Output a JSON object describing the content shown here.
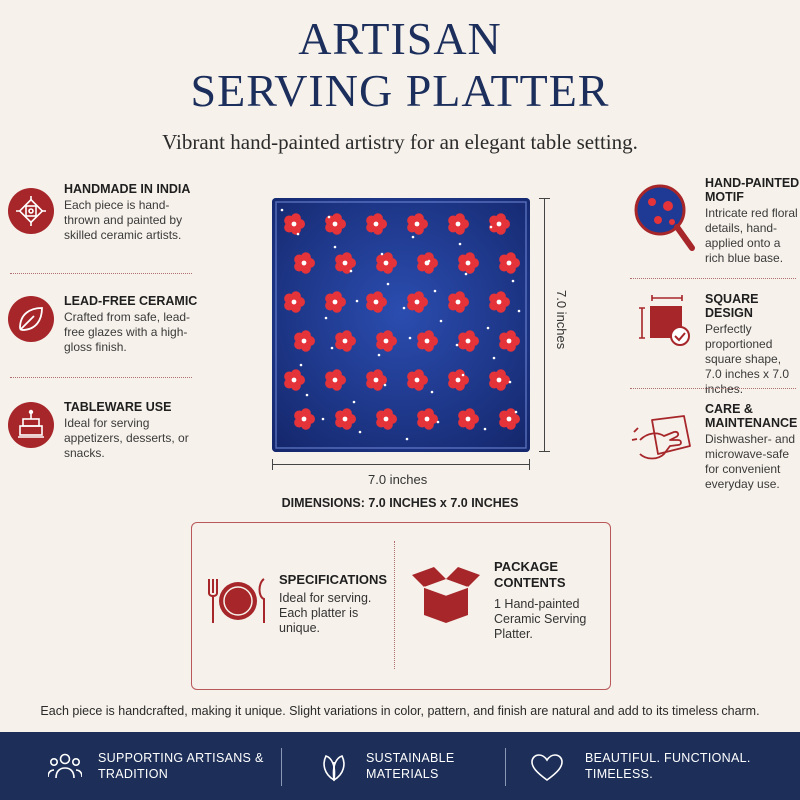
{
  "header": {
    "title_line1": "ARTISAN",
    "title_line2": "SERVING PLATTER",
    "subtitle": "Vibrant hand-painted artistry for an elegant table setting."
  },
  "left_features": [
    {
      "title": "HANDMADE IN INDIA",
      "text": "Each piece is hand-thrown and painted by skilled ceramic artists.",
      "icon": "ornament-icon"
    },
    {
      "title": "LEAD-FREE CERAMIC",
      "text": "Crafted from safe, lead-free glazes with a high-gloss finish.",
      "icon": "leaf-icon"
    },
    {
      "title": "TABLEWARE USE",
      "text": "Ideal for serving appetizers, desserts, or snacks.",
      "icon": "cake-icon"
    }
  ],
  "right_features": [
    {
      "title": "HAND-PAINTED MOTIF",
      "text": "Intricate red floral details, hand-applied onto a rich blue base.",
      "icon": "magnifier-icon"
    },
    {
      "title": "SQUARE DESIGN",
      "text": "Perfectly proportioned square shape, 7.0 inches x 7.0 inches.",
      "icon": "square-check-icon"
    },
    {
      "title": "CARE & MAINTENANCE",
      "text": "Dishwasher- and microwave-safe for convenient everyday use.",
      "icon": "wiping-hand-icon"
    }
  ],
  "dimensions": {
    "width_label": "7.0 inches",
    "height_label": "7.0 inches",
    "caption": "DIMENSIONS: 7.0 INCHES x 7.0 INCHES"
  },
  "specs": {
    "specifications_title": "SPECIFICATIONS",
    "specifications_text": "Ideal for serving. Each platter is unique.",
    "package_title": "PACKAGE CONTENTS",
    "package_text": "1 Hand-painted Ceramic Serving Platter."
  },
  "note": "Each piece is handcrafted, making it unique. Slight variations in color, pattern, and finish are natural and add to its timeless charm.",
  "footer": [
    {
      "label": "SUPPORTING ARTISANS & TRADITION",
      "icon": "people-icon"
    },
    {
      "label": "SUSTAINABLE MATERIALS",
      "icon": "leaf-outline-icon"
    },
    {
      "label": "BEAUTIFUL. FUNCTIONAL. TIMELESS.",
      "icon": "heart-icon"
    }
  ],
  "colors": {
    "navy": "#1c2e5c",
    "accent_red": "#a6262a",
    "platter_blue": "#1e3a94",
    "flower_red": "#e5333a",
    "background": "#f6f1ea"
  }
}
